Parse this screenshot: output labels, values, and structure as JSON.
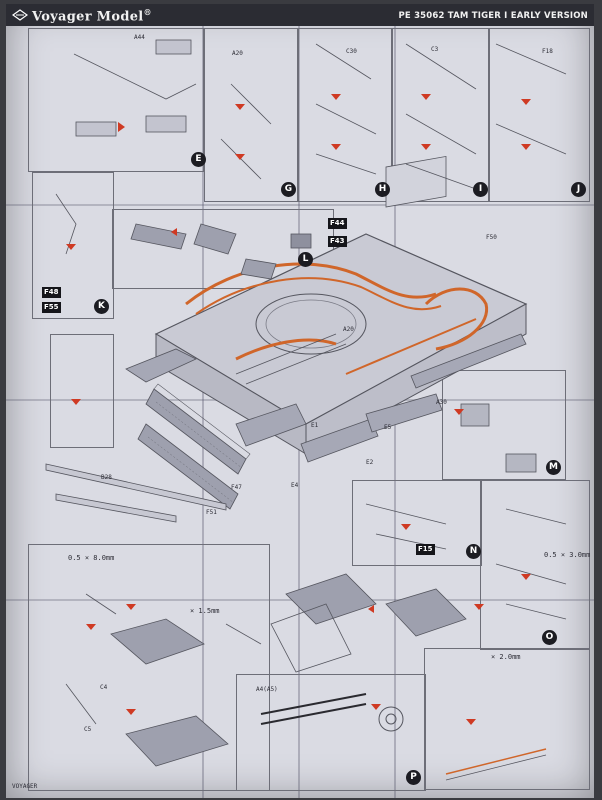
{
  "header": {
    "brand": "Voyager Model",
    "registered_mark": "®",
    "product_title": "PE 35062 TAM TIGER I EARLY VERSION"
  },
  "steps": [
    "E",
    "G",
    "H",
    "I",
    "J",
    "K",
    "L",
    "M",
    "N",
    "O",
    "P"
  ],
  "part_labels": {
    "a44": "A44",
    "a20": "A20",
    "c30": "C30",
    "c3": "C3",
    "f18": "F18",
    "f50": "F50",
    "f47": "F47",
    "f51": "F51",
    "a20_box": "A20",
    "a30": "A30",
    "a4_a5": "A4(A5)",
    "e1": "E1",
    "e2": "E2",
    "e4": "E4",
    "e5": "E5",
    "b28": "B28",
    "c4": "C4",
    "c5": "C5"
  },
  "badges": [
    "F44",
    "F43",
    "F48",
    "F55",
    "F15"
  ],
  "dimensions": {
    "drill_left": "0.5 × 8.0mm",
    "drill_right": "0.5 × 3.0mm",
    "drill_small": "× 1.5mm",
    "dim_cable": "× 2.0mm"
  },
  "footer": "VOYAGER"
}
